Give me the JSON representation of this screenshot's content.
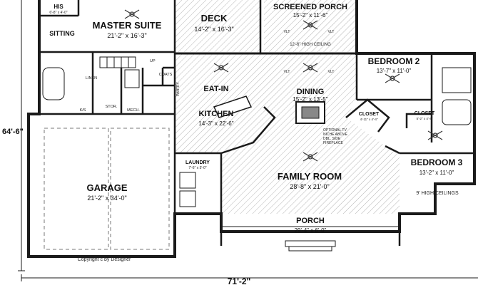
{
  "overall": {
    "depth": "64'-6\"",
    "width": "71'-2\""
  },
  "rooms": {
    "his": {
      "name": "HIS",
      "dims": "6'-8\" x 4'-0\""
    },
    "master_suite": {
      "name": "MASTER SUITE",
      "dims": "21'-2\" x 16'-3\""
    },
    "sitting": {
      "name": "SITTING"
    },
    "deck": {
      "name": "DECK",
      "dims": "14'-2\" x 16'-3\""
    },
    "screened_porch": {
      "name": "SCREENED PORCH",
      "dims": "15'-2\" x 11'-6\"",
      "note": "12'-6\" HIGH CEILING"
    },
    "bedroom2": {
      "name": "BEDROOM 2",
      "dims": "13'-7\" x 11'-0\""
    },
    "dining": {
      "name": "DINING",
      "dims": "15'-2\" x 13'-5\""
    },
    "kitchen": {
      "name1": "EAT-IN",
      "name2": "KITCHEN",
      "dims": "14'-3\" x 22'-6\""
    },
    "closet_a": {
      "name": "CLOSET",
      "dims": "4'-11\" x 4'-4\""
    },
    "closet_b": {
      "name": "CLOSET",
      "dims": "5'-2\" x 4'-4\""
    },
    "bedroom3": {
      "name": "BEDROOM 3",
      "dims": "13'-2\" x 11'-0\""
    },
    "garage": {
      "name": "GARAGE",
      "dims": "21'-2\" x 34'-0\""
    },
    "laundry": {
      "name": "LAUNDRY",
      "dims": "7'-6\" x 5'-0\""
    },
    "family_room": {
      "name": "FAMILY ROOM",
      "dims": "28'-8\" x 21'-0\""
    },
    "porch": {
      "name": "PORCH",
      "dims": "29'-4\" x 6'-0\""
    }
  },
  "labels": {
    "linen": "LINEN",
    "up": "UP",
    "coats": "COATS",
    "pantry": "PANTRY",
    "stor": "STOR.",
    "mech": "MECH.",
    "ks": "K/S",
    "vlt": "VLT",
    "fireplace": [
      "OPTIONAL TV",
      "NICHE ABOVE",
      "DBL. SIDE",
      "FIREPLACE"
    ],
    "ceilings": "9' HIGH CEILINGS",
    "copyright": "Copyright c by Designer"
  },
  "colors": {
    "wall": "#1a1a1a",
    "hatch": "#b5b5b5"
  }
}
